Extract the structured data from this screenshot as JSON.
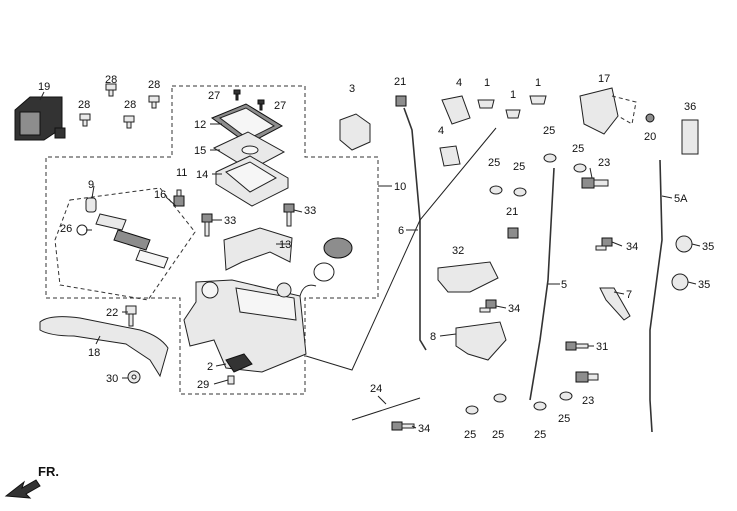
{
  "callouts": [
    {
      "id": "c19",
      "text": "19"
    },
    {
      "id": "c28a",
      "text": "28"
    },
    {
      "id": "c28b",
      "text": "28"
    },
    {
      "id": "c28c",
      "text": "28"
    },
    {
      "id": "c28d",
      "text": "28"
    },
    {
      "id": "c27a",
      "text": "27"
    },
    {
      "id": "c27b",
      "text": "27"
    },
    {
      "id": "c12",
      "text": "12"
    },
    {
      "id": "c15",
      "text": "15"
    },
    {
      "id": "c14",
      "text": "14"
    },
    {
      "id": "c3",
      "text": "3"
    },
    {
      "id": "c10",
      "text": "10"
    },
    {
      "id": "c9",
      "text": "9"
    },
    {
      "id": "c16",
      "text": "16"
    },
    {
      "id": "c11",
      "text": "11"
    },
    {
      "id": "c26",
      "text": "26"
    },
    {
      "id": "c33a",
      "text": "33"
    },
    {
      "id": "c33b",
      "text": "33"
    },
    {
      "id": "c13",
      "text": "13"
    },
    {
      "id": "c22",
      "text": "22"
    },
    {
      "id": "c18",
      "text": "18"
    },
    {
      "id": "c30",
      "text": "30"
    },
    {
      "id": "c2",
      "text": "2"
    },
    {
      "id": "c29",
      "text": "29"
    },
    {
      "id": "c21a",
      "text": "21"
    },
    {
      "id": "c4a",
      "text": "4"
    },
    {
      "id": "c4b",
      "text": "4"
    },
    {
      "id": "c1a",
      "text": "1"
    },
    {
      "id": "c1b",
      "text": "1"
    },
    {
      "id": "c1c",
      "text": "1"
    },
    {
      "id": "c6",
      "text": "6"
    },
    {
      "id": "c25a",
      "text": "25"
    },
    {
      "id": "c25b",
      "text": "25"
    },
    {
      "id": "c25c",
      "text": "25"
    },
    {
      "id": "c21b",
      "text": "21"
    },
    {
      "id": "c32",
      "text": "32"
    },
    {
      "id": "c34a",
      "text": "34"
    },
    {
      "id": "c8",
      "text": "8"
    },
    {
      "id": "c5",
      "text": "5"
    },
    {
      "id": "c17",
      "text": "17"
    },
    {
      "id": "c20",
      "text": "20"
    },
    {
      "id": "c36",
      "text": "36"
    },
    {
      "id": "c25d",
      "text": "25"
    },
    {
      "id": "c23a",
      "text": "23"
    },
    {
      "id": "c5a",
      "text": "5A"
    },
    {
      "id": "c34b",
      "text": "34"
    },
    {
      "id": "c35a",
      "text": "35"
    },
    {
      "id": "c35b",
      "text": "35"
    },
    {
      "id": "c7",
      "text": "7"
    },
    {
      "id": "c31",
      "text": "31"
    },
    {
      "id": "c23b",
      "text": "23"
    },
    {
      "id": "c24",
      "text": "24"
    },
    {
      "id": "c34c",
      "text": "34"
    },
    {
      "id": "c25e",
      "text": "25"
    },
    {
      "id": "c25f",
      "text": "25"
    },
    {
      "id": "c25g",
      "text": "25"
    },
    {
      "id": "c25h",
      "text": "25"
    }
  ],
  "front_arrow_label": "FR."
}
